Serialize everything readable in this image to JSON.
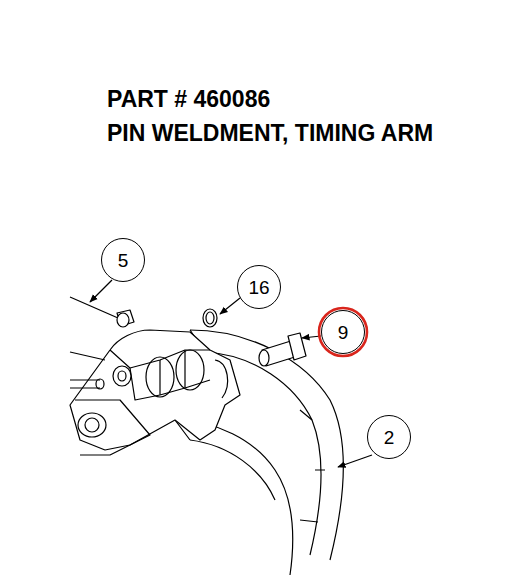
{
  "diagram": {
    "title": "PART # 460086",
    "caption": "PIN WELDMENT, TIMING ARM",
    "nodes": [
      {
        "text": [
          "5"
        ]
      },
      {
        "text": [
          "16"
        ]
      },
      {
        "text": [
          "9"
        ]
      },
      {
        "text": [
          "2"
        ]
      }
    ]
  }
}
